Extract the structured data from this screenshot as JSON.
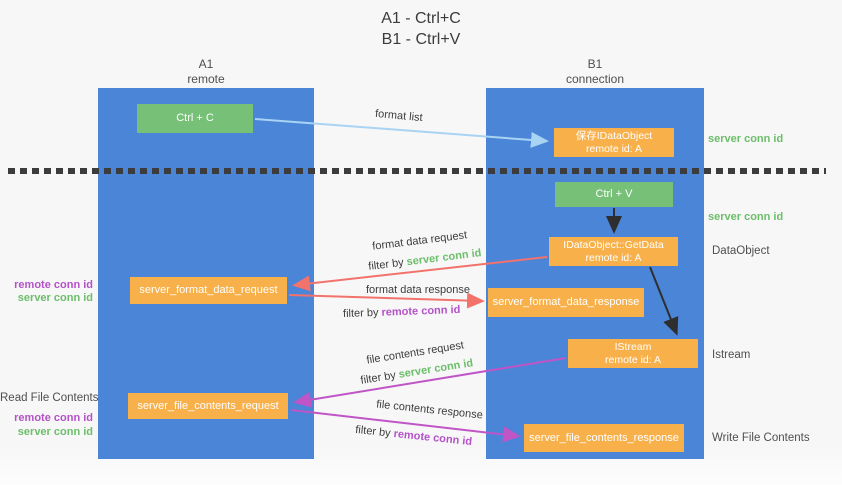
{
  "title": {
    "line1": "A1 - Ctrl+C",
    "line2": "B1 - Ctrl+V"
  },
  "columns": {
    "a": {
      "id": "A1",
      "subtitle": "remote"
    },
    "b": {
      "id": "B1",
      "subtitle": "connection"
    }
  },
  "nodes": {
    "ctrl_c": "Ctrl + C",
    "ctrl_v": "Ctrl + V",
    "save_idataobject": {
      "line1": "保存IDataObject",
      "line2": "remote id: A"
    },
    "getdata": {
      "line1": "IDataObject::GetData",
      "line2": "remote id: A"
    },
    "istream": {
      "line1": "IStream",
      "line2": "remote id: A"
    },
    "format_request": "server_format_data_request",
    "format_response": "server_format_data_response",
    "file_request": "server_file_contents_request",
    "file_response": "server_file_contents_response"
  },
  "flow_labels": {
    "format_list": "format list",
    "format_data_request": "format data request",
    "format_data_response": "format data response",
    "file_contents_request": "file contents request",
    "file_contents_response": "file contents response",
    "filter_by": "filter by ",
    "server_conn_id": "server conn id",
    "remote_conn_id": "remote conn id"
  },
  "side_labels": {
    "server_conn_id": "server conn id",
    "remote_conn_id": "remote conn id",
    "dataobject": "DataObject",
    "istream": "Istream",
    "read_file_contents": "Read File Contents",
    "write_file_contents": "Write File Contents"
  },
  "colors": {
    "bar_blue": "#4a85d7",
    "box_green": "#77c077",
    "box_orange": "#f8b04a",
    "text_green": "#6cbe6b",
    "text_purple": "#b452c8",
    "arrow_red": "#f2726c",
    "arrow_magenta": "#bf55c6",
    "arrow_blue": "#a9d3f2",
    "arrow_black": "#2e2e2e",
    "label_gray": "#4f4f4f"
  }
}
